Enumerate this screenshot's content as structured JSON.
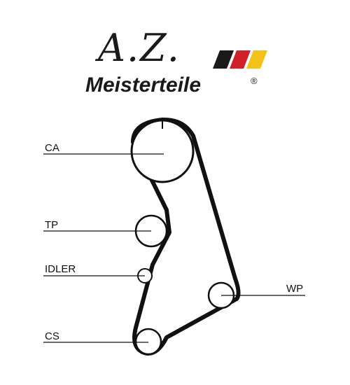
{
  "logo": {
    "script_text": "A.Z.",
    "brand_text": "Meisterteile",
    "registered_mark": "®",
    "stripe_colors": [
      "#1a1a1a",
      "#d0202a",
      "#f2c21b"
    ]
  },
  "diagram": {
    "labels": {
      "ca": "CA",
      "tp": "TP",
      "idler": "IDLER",
      "wp": "WP",
      "cs": "CS"
    },
    "belt_color": "#111111"
  }
}
